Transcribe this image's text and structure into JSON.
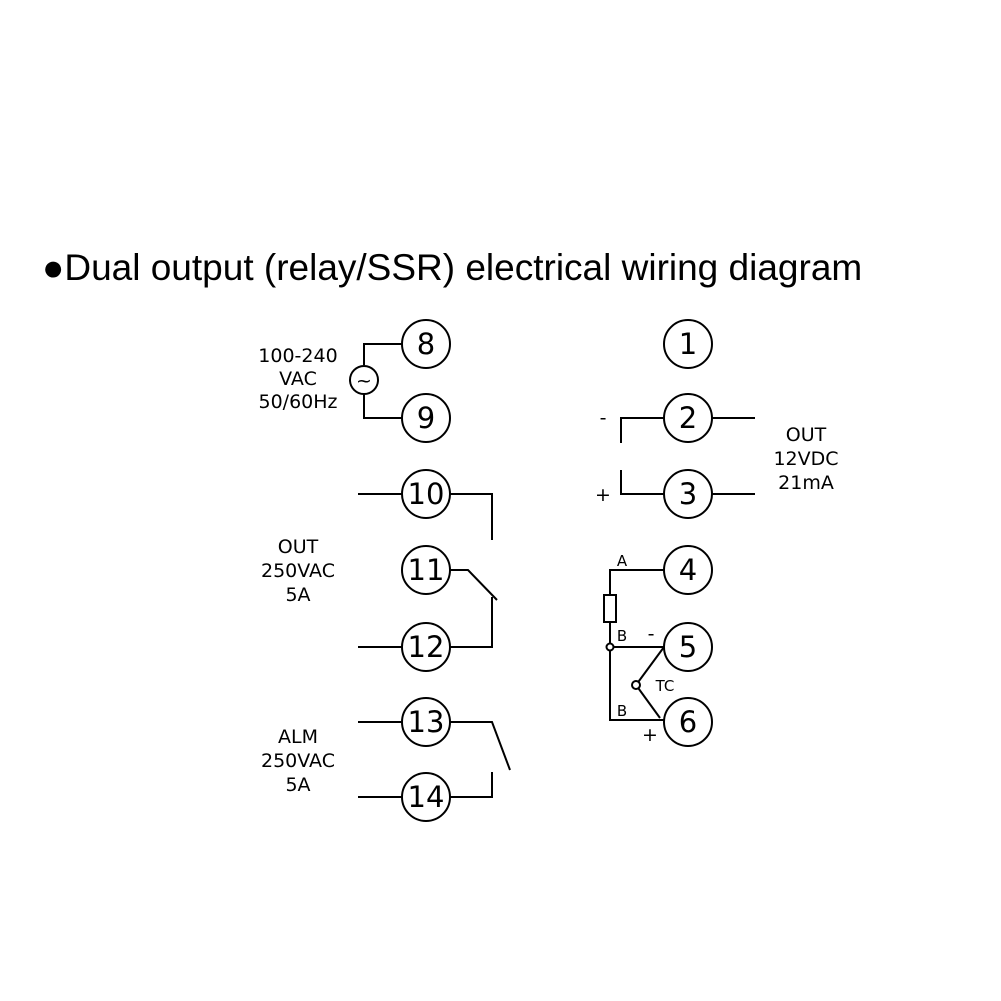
{
  "title": "●Dual output (relay/SSR) electrical wiring diagram",
  "terminals": [
    "1",
    "2",
    "3",
    "4",
    "5",
    "6",
    "8",
    "9",
    "10",
    "11",
    "12",
    "13",
    "14"
  ],
  "power": {
    "line1": "100-240",
    "line2": "VAC",
    "line3": "50/60Hz",
    "symbol": "~"
  },
  "relay_out": {
    "line1": "OUT",
    "line2": "250VAC",
    "line3": "5A"
  },
  "alarm": {
    "line1": "ALM",
    "line2": "250VAC",
    "line3": "5A"
  },
  "ssr_out": {
    "line1": "OUT",
    "line2": "12VDC",
    "line3": "21mA",
    "minus": "-",
    "plus": "+"
  },
  "input": {
    "a": "A",
    "b1": "B",
    "b2": "B",
    "tc": "TC",
    "minus": "-",
    "plus": "+"
  }
}
